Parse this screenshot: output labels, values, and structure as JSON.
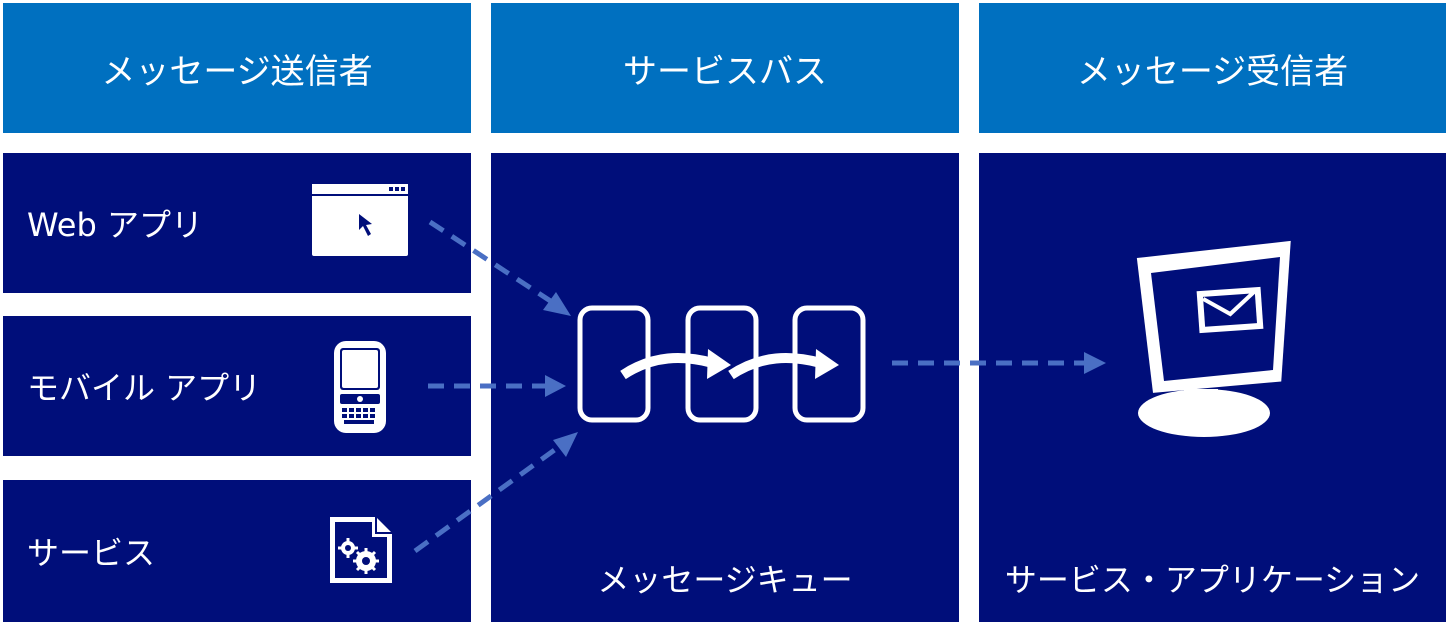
{
  "headers": {
    "sender": "メッセージ送信者",
    "bus": "サービスバス",
    "receiver": "メッセージ受信者"
  },
  "senders": [
    {
      "label": "Web アプリ",
      "icon": "browser-window-icon"
    },
    {
      "label": "モバイル アプリ",
      "icon": "mobile-phone-icon"
    },
    {
      "label": "サービス",
      "icon": "service-document-icon"
    }
  ],
  "bus": {
    "label": "メッセージキュー",
    "icon": "message-queue-icon"
  },
  "receiver": {
    "label": "サービス・アプリケーション",
    "icon": "mail-monitor-icon"
  },
  "colors": {
    "header": "#0070c0",
    "panel": "#000e7a",
    "arrow": "#4a6fc4",
    "text": "#ffffff"
  }
}
